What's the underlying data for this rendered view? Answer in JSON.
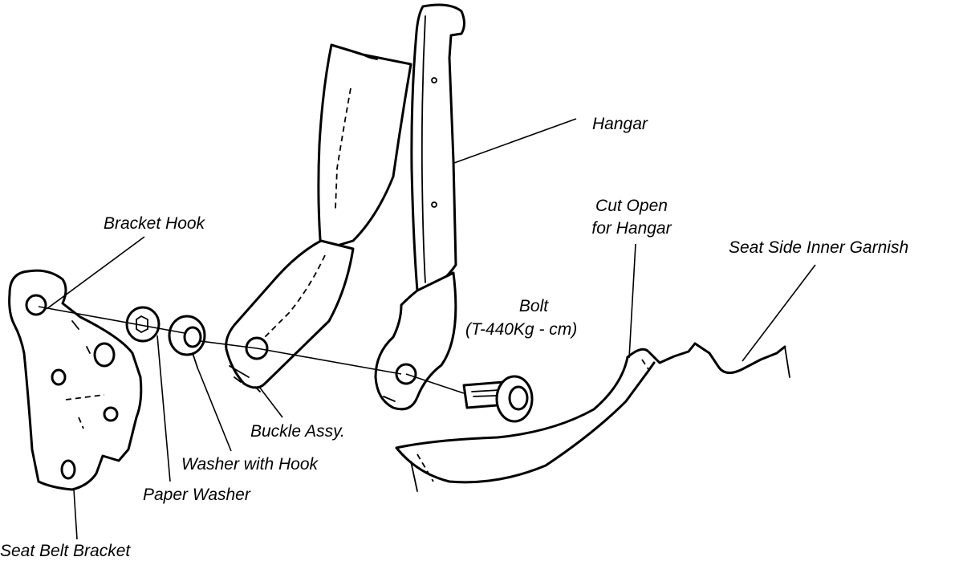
{
  "labels": {
    "hangar": "Hangar",
    "cut_open_line1": "Cut Open",
    "cut_open_line2": "for Hangar",
    "seat_side_inner_garnish": "Seat Side Inner Garnish",
    "bracket_hook": "Bracket Hook",
    "bolt_line1": "Bolt",
    "bolt_line2": "(T-440Kg - cm)",
    "buckle_assy": "Buckle Assy.",
    "washer_with_hook": "Washer with Hook",
    "paper_washer": "Paper Washer",
    "seat_belt_bracket": "Seat Belt Bracket"
  }
}
